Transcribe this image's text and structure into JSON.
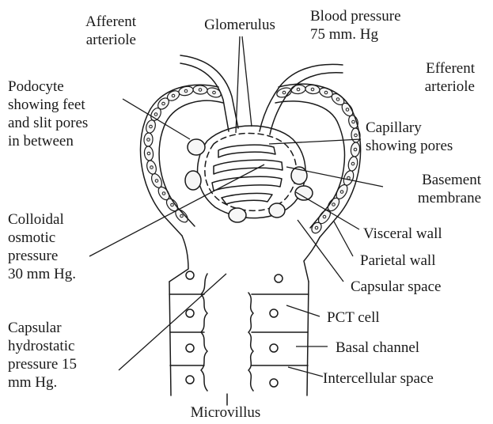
{
  "colors": {
    "ink": "#1a1a1a",
    "paper": "#ffffff",
    "cell_fill": "#f6f6f6"
  },
  "labels": {
    "afferent_arteriole": "Afferent\narteriole",
    "glomerulus": "Glomerulus",
    "blood_pressure": "Blood pressure\n75 mm. Hg",
    "efferent_arteriole": "Efferent\narteriole",
    "podocyte": "Podocyte\nshowing feet\nand slit pores\nin between",
    "capillary": "Capillary\nshowing pores",
    "basement_membrane": "Basement\nmembrane",
    "colloidal_osmotic": "Colloidal\nosmotic\npressure\n30 mm Hg.",
    "visceral_wall": "Visceral wall",
    "parietal_wall": "Parietal wall",
    "capsular_space": "Capsular space",
    "pct_cell": "PCT cell",
    "capsular_hydrostatic": "Capsular\nhydrostatic\npressure 15\nmm Hg.",
    "basal_channel": "Basal channel",
    "intercellular_space": "Intercellular space",
    "microvillus": "Microvillus"
  }
}
